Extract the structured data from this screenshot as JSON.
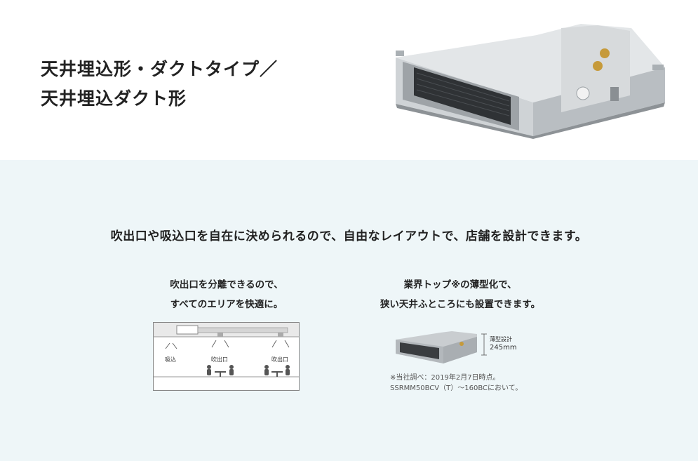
{
  "hero": {
    "title_line1": "天井埋込形・ダクトタイプ／",
    "title_line2": "天井埋込ダクト形"
  },
  "feature": {
    "headline": "吹出口や吸込口を自在に決められるので、自由なレイアウトで、店舗を設計できます。",
    "left": {
      "line1": "吹出口を分離できるので、",
      "line2": "すべてのエリアを快適に。",
      "diagram": {
        "intake_label": "吸込",
        "outlet1_label": "吹出口",
        "outlet2_label": "吹出口"
      }
    },
    "right": {
      "line1": "業界トップ※の薄型化で、",
      "line2": "狭い天井ふところにも設置できます。",
      "dimension_label": "薄型設計",
      "dimension_value": "245mm",
      "note_line1": "※当社調べ：2019年2月7日時点。",
      "note_line2": "SSRMM50BCV（T）～160BCにおいて。"
    }
  },
  "colors": {
    "bottom_bg": "#eef6f8",
    "unit_silver": "#c9cdd0",
    "unit_dark": "#3a3d40"
  }
}
